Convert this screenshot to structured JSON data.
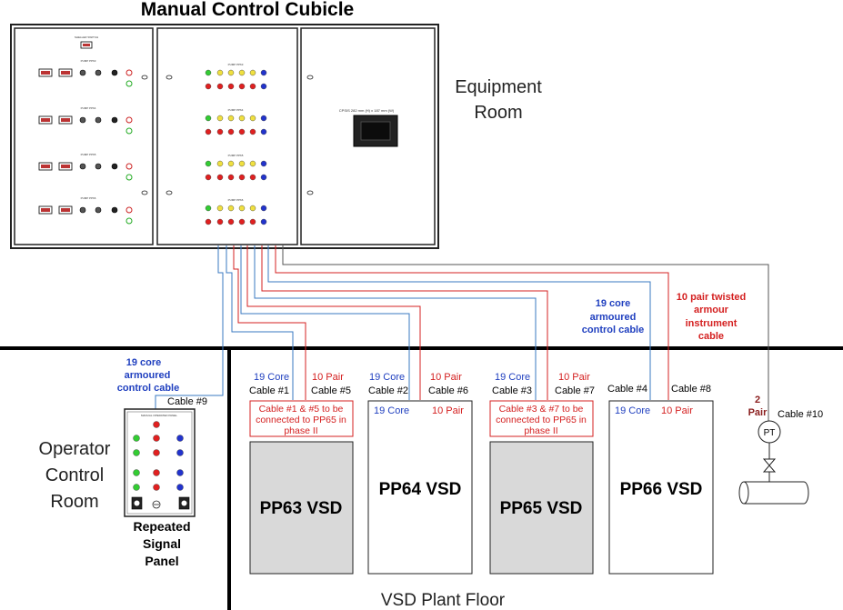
{
  "title": "Manual Control Cubicle",
  "rooms": {
    "equipment_room": [
      "Equipment",
      "Room"
    ],
    "operator_room": [
      "Operator",
      "Control",
      "Room"
    ],
    "plant_floor": "VSD Plant Floor"
  },
  "cubicle": {
    "screen_label": "CPSIS 282 mm (H) x 187 mm (W)",
    "selector_switch_label": "SHELLER SWITCH",
    "pump_labels": [
      "PUMP PP63",
      "PUMP PP64",
      "PUMP PP65",
      "PUMP PP66"
    ]
  },
  "cable_notes": {
    "c19_line1": "19 core",
    "c19_line2": "armoured",
    "c19_line3": "control cable",
    "c10_line1": "10 pair twisted",
    "c10_line2": "armour",
    "c10_line3": "instrument",
    "c10_line4": "cable",
    "op_line1": "19 core",
    "op_line2": "armoured",
    "op_line3": "control cable"
  },
  "cable_labels": {
    "c1_type": "19 Core",
    "c1": "Cable #1",
    "c5_type": "10 Pair",
    "c5": "Cable #5",
    "c2_type": "19 Core",
    "c2": "Cable #2",
    "c6_type": "10 Pair",
    "c6": "Cable #6",
    "c3_type": "19 Core",
    "c3": "Cable #3",
    "c7_type": "10 Pair",
    "c7": "Cable #7",
    "c4": "Cable #4",
    "c8": "Cable #8",
    "c9": "Cable #9",
    "c10_a": "2",
    "c10_b": "Pair",
    "c10": "Cable #10"
  },
  "phase_notes": {
    "note1": [
      "Cable #1 & #5 to be",
      "connected to PP65 in",
      "phase II"
    ],
    "note2": [
      "Cable #3 & #7 to be",
      "connected to PP65 in",
      "phase II"
    ]
  },
  "vsds": {
    "pp63": "PP63 VSD",
    "pp64": "PP64 VSD",
    "pp65": "PP65 VSD",
    "pp66": "PP66 VSD",
    "pp64_19": "19 Core",
    "pp64_10": "10 Pair",
    "pp66_19": "19 Core",
    "pp66_10": "10 Pair"
  },
  "repeated_panel": {
    "label": [
      "Repeated",
      "Signal",
      "Panel"
    ],
    "header": "MANUAL OPERATED PANEL"
  },
  "instrument": {
    "pt": "PT"
  },
  "colors": {
    "blue": "#1f3fbf",
    "red": "#d42020",
    "grey": "#555555",
    "vsd_fill": "#d9d9d9"
  }
}
